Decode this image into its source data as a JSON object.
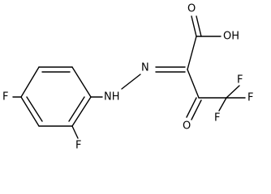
{
  "molecule": {
    "atoms": {
      "F_ring_top": "F",
      "F_ring_bottom": "F",
      "NH": "NH",
      "N": "N",
      "OH": "OH",
      "O_acid": "O",
      "O_ketone": "O",
      "F_cf3_left": "F",
      "F_cf3_top": "F",
      "F_cf3_right": "F"
    }
  }
}
